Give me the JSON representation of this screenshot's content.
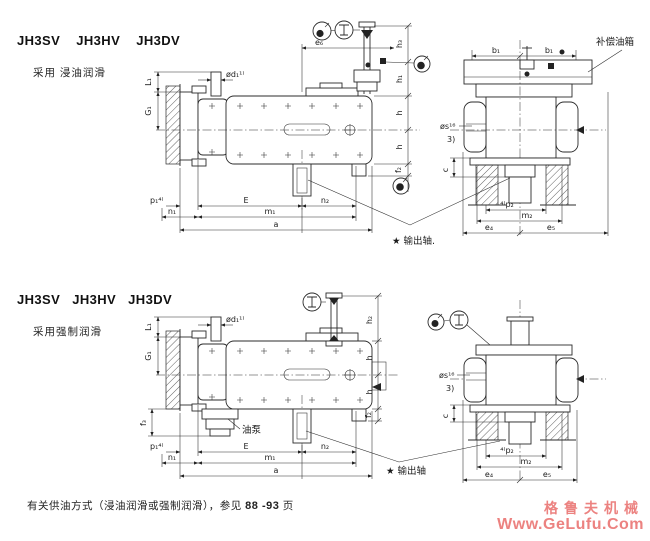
{
  "page": {
    "bg": "#ffffff",
    "ink": "#222222"
  },
  "top": {
    "title": "JH3SV    JH3HV    JH3DV",
    "subtitle": "采用 浸油润滑",
    "labels": {
      "L1": "L₁",
      "G1": "G₁",
      "d1": "ød₁¹⁾",
      "e6": "e₆",
      "h3": "h₃",
      "h1": "h₁",
      "ha": "h",
      "hb": "h",
      "f2": "f₂",
      "p1": "p₁⁴⁾",
      "n1": "n₁",
      "E": "E",
      "n2": "n₂",
      "m1": "m₁",
      "a": "a",
      "b1L": "b₁",
      "b1R": "b₁",
      "tank": "补偿油箱",
      "s": "øs¹⁶",
      "note3": "3)",
      "c": "c",
      "p2": "⁴⁾p₂",
      "m2": "m₂",
      "e4": "e₄",
      "e5": "e₅",
      "output": "★ 输出轴."
    }
  },
  "bottom": {
    "title": "JH3SV   JH3HV   JH3DV",
    "subtitle": "采用强制润滑",
    "labels": {
      "L1": "L₁",
      "G1": "G₁",
      "d1": "ød₁¹⁾",
      "f3": "f₃",
      "h2": "h₂",
      "ha": "h",
      "hb": "h",
      "f2": "f₂",
      "p1": "p₁⁴⁾",
      "n1": "n₁",
      "E": "E",
      "n2": "n₂",
      "m1": "m₁",
      "a": "a",
      "pump": "油泵",
      "s": "øs¹⁶",
      "note3": "3)",
      "c": "c",
      "p2": "⁴⁾p₂",
      "m2": "m₂",
      "e4": "e₄",
      "e5": "e₅",
      "output": "★ 输出轴"
    }
  },
  "footer": {
    "prefix": "有关供油方式（浸油润滑或强制润滑），参见 ",
    "pages": "88 -93",
    "suffix": " 页"
  },
  "watermark": {
    "line1": "格鲁夫机械",
    "line2": "Www.GeLufu.Com",
    "color": "#ec8280"
  }
}
